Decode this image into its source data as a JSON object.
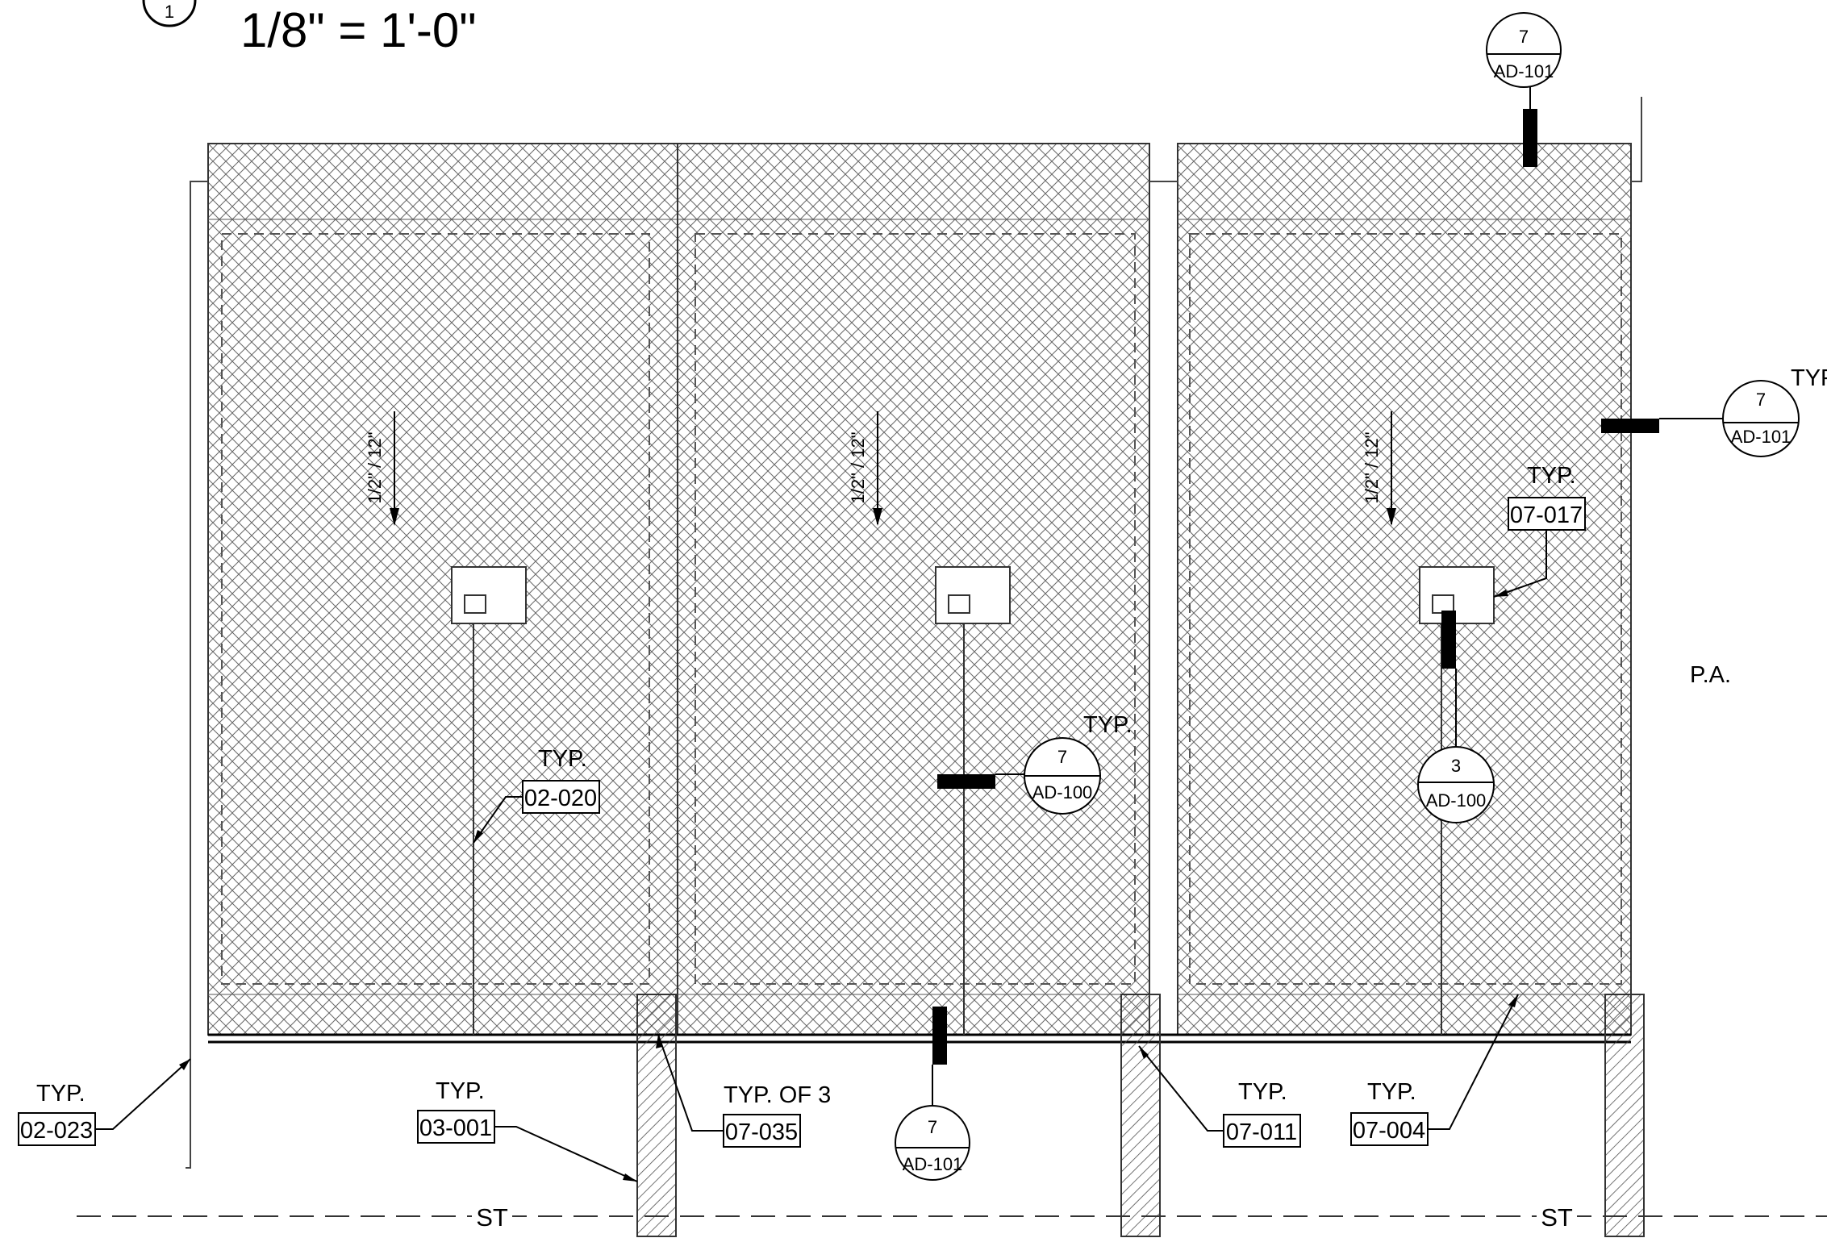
{
  "title": {
    "number": "1",
    "scale": "1/8\" = 1'-0\""
  },
  "slopes": [
    "1/2\" / 12\"",
    "1/2\" / 12\"",
    "1/2\" / 12\""
  ],
  "keynotes": {
    "k02_023": {
      "typ": "TYP.",
      "code": "02-023"
    },
    "k03_001": {
      "typ": "TYP.",
      "code": "03-001"
    },
    "k07_035": {
      "typ": "TYP. OF 3",
      "code": "07-035"
    },
    "k07_011": {
      "typ": "TYP.",
      "code": "07-011"
    },
    "k07_004": {
      "typ": "TYP.",
      "code": "07-004"
    },
    "k02_020": {
      "typ": "TYP.",
      "code": "02-020"
    },
    "k07_017": {
      "typ": "TYP.",
      "code": "07-017"
    }
  },
  "detail_tags": {
    "top": {
      "num": "7",
      "sheet": "AD-101"
    },
    "right": {
      "num": "7",
      "sheet": "AD-101",
      "typ": "TYP"
    },
    "mid": {
      "num": "7",
      "sheet": "AD-100",
      "typ": "TYP."
    },
    "rightmid": {
      "num": "3",
      "sheet": "AD-100"
    },
    "bottom": {
      "num": "7",
      "sheet": "AD-101"
    }
  },
  "room_label": "P.A.",
  "grid_labels": [
    "ST",
    "ST"
  ]
}
